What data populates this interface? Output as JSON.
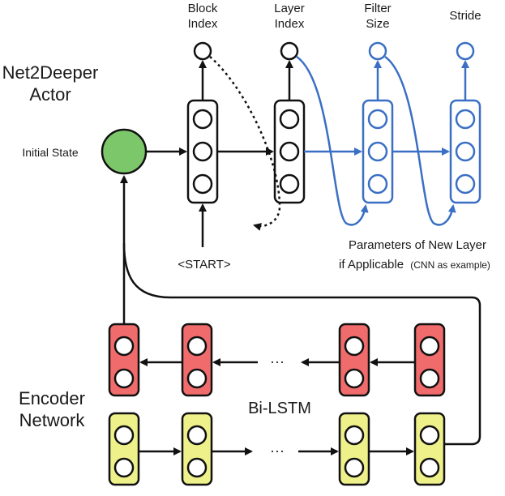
{
  "actor": {
    "title_line1": "Net2Deeper",
    "title_line2": "Actor",
    "initial_state_label": "Initial State",
    "start_label": "<START>",
    "outputs": [
      {
        "line1": "Block",
        "line2": "Index"
      },
      {
        "line1": "Layer",
        "line2": "Index"
      },
      {
        "line1": "Filter",
        "line2": "Size"
      },
      {
        "line1": "",
        "line2": "Stride"
      }
    ],
    "params_caption_line1": "Parameters of New Layer",
    "params_caption_line2": "if Applicable",
    "params_caption_small": "(CNN as example)"
  },
  "encoder": {
    "title_line1": "Encoder",
    "title_line2": "Network",
    "bilstm_label": "Bi-LSTM",
    "ellipsis_top": "···",
    "ellipsis_bottom": "···"
  },
  "colors": {
    "black": "#111111",
    "blue": "#3a6fc4",
    "green": "#7dc76b",
    "red": "#f06b6b",
    "yellow": "#eef08a"
  }
}
